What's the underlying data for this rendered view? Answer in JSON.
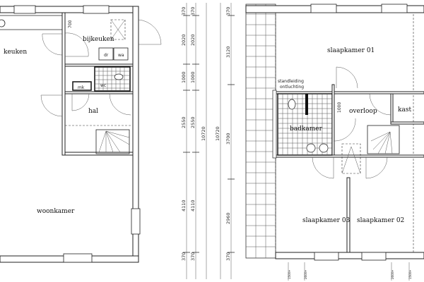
{
  "ground_floor": {
    "rooms": {
      "keuken": "keuken",
      "bijkeuken": "bijkeuken",
      "dr": "dr",
      "wa": "wa",
      "mk": "mk",
      "wc": "wc",
      "hal": "hal",
      "woonkamer": "woonkamer"
    },
    "dim_700": "700"
  },
  "dimensions": {
    "col1": [
      "370",
      "2020",
      "1000",
      "2550",
      "4110",
      "370"
    ],
    "col2": [
      "370",
      "2020",
      "1000",
      "2550",
      "4110",
      "370"
    ],
    "total1": "10720",
    "total2": "10720",
    "col3": [
      "370",
      "3120",
      "3700",
      "2960",
      "370"
    ]
  },
  "first_floor": {
    "rooms": {
      "slaapkamer01": "slaapkamer 01",
      "standleiding": "standleiding",
      "ontluchting": "ontluchting",
      "badkamer": "badkamer",
      "overloop": "overloop",
      "kast": "kast",
      "slaapkamer03": "slaapkamer 03",
      "slaapkamer02": "slaapkamer 02"
    },
    "dim_1000": "1000",
    "bottom_marks": [
      "1500+",
      "2600+",
      "2600+",
      "1500+"
    ]
  }
}
